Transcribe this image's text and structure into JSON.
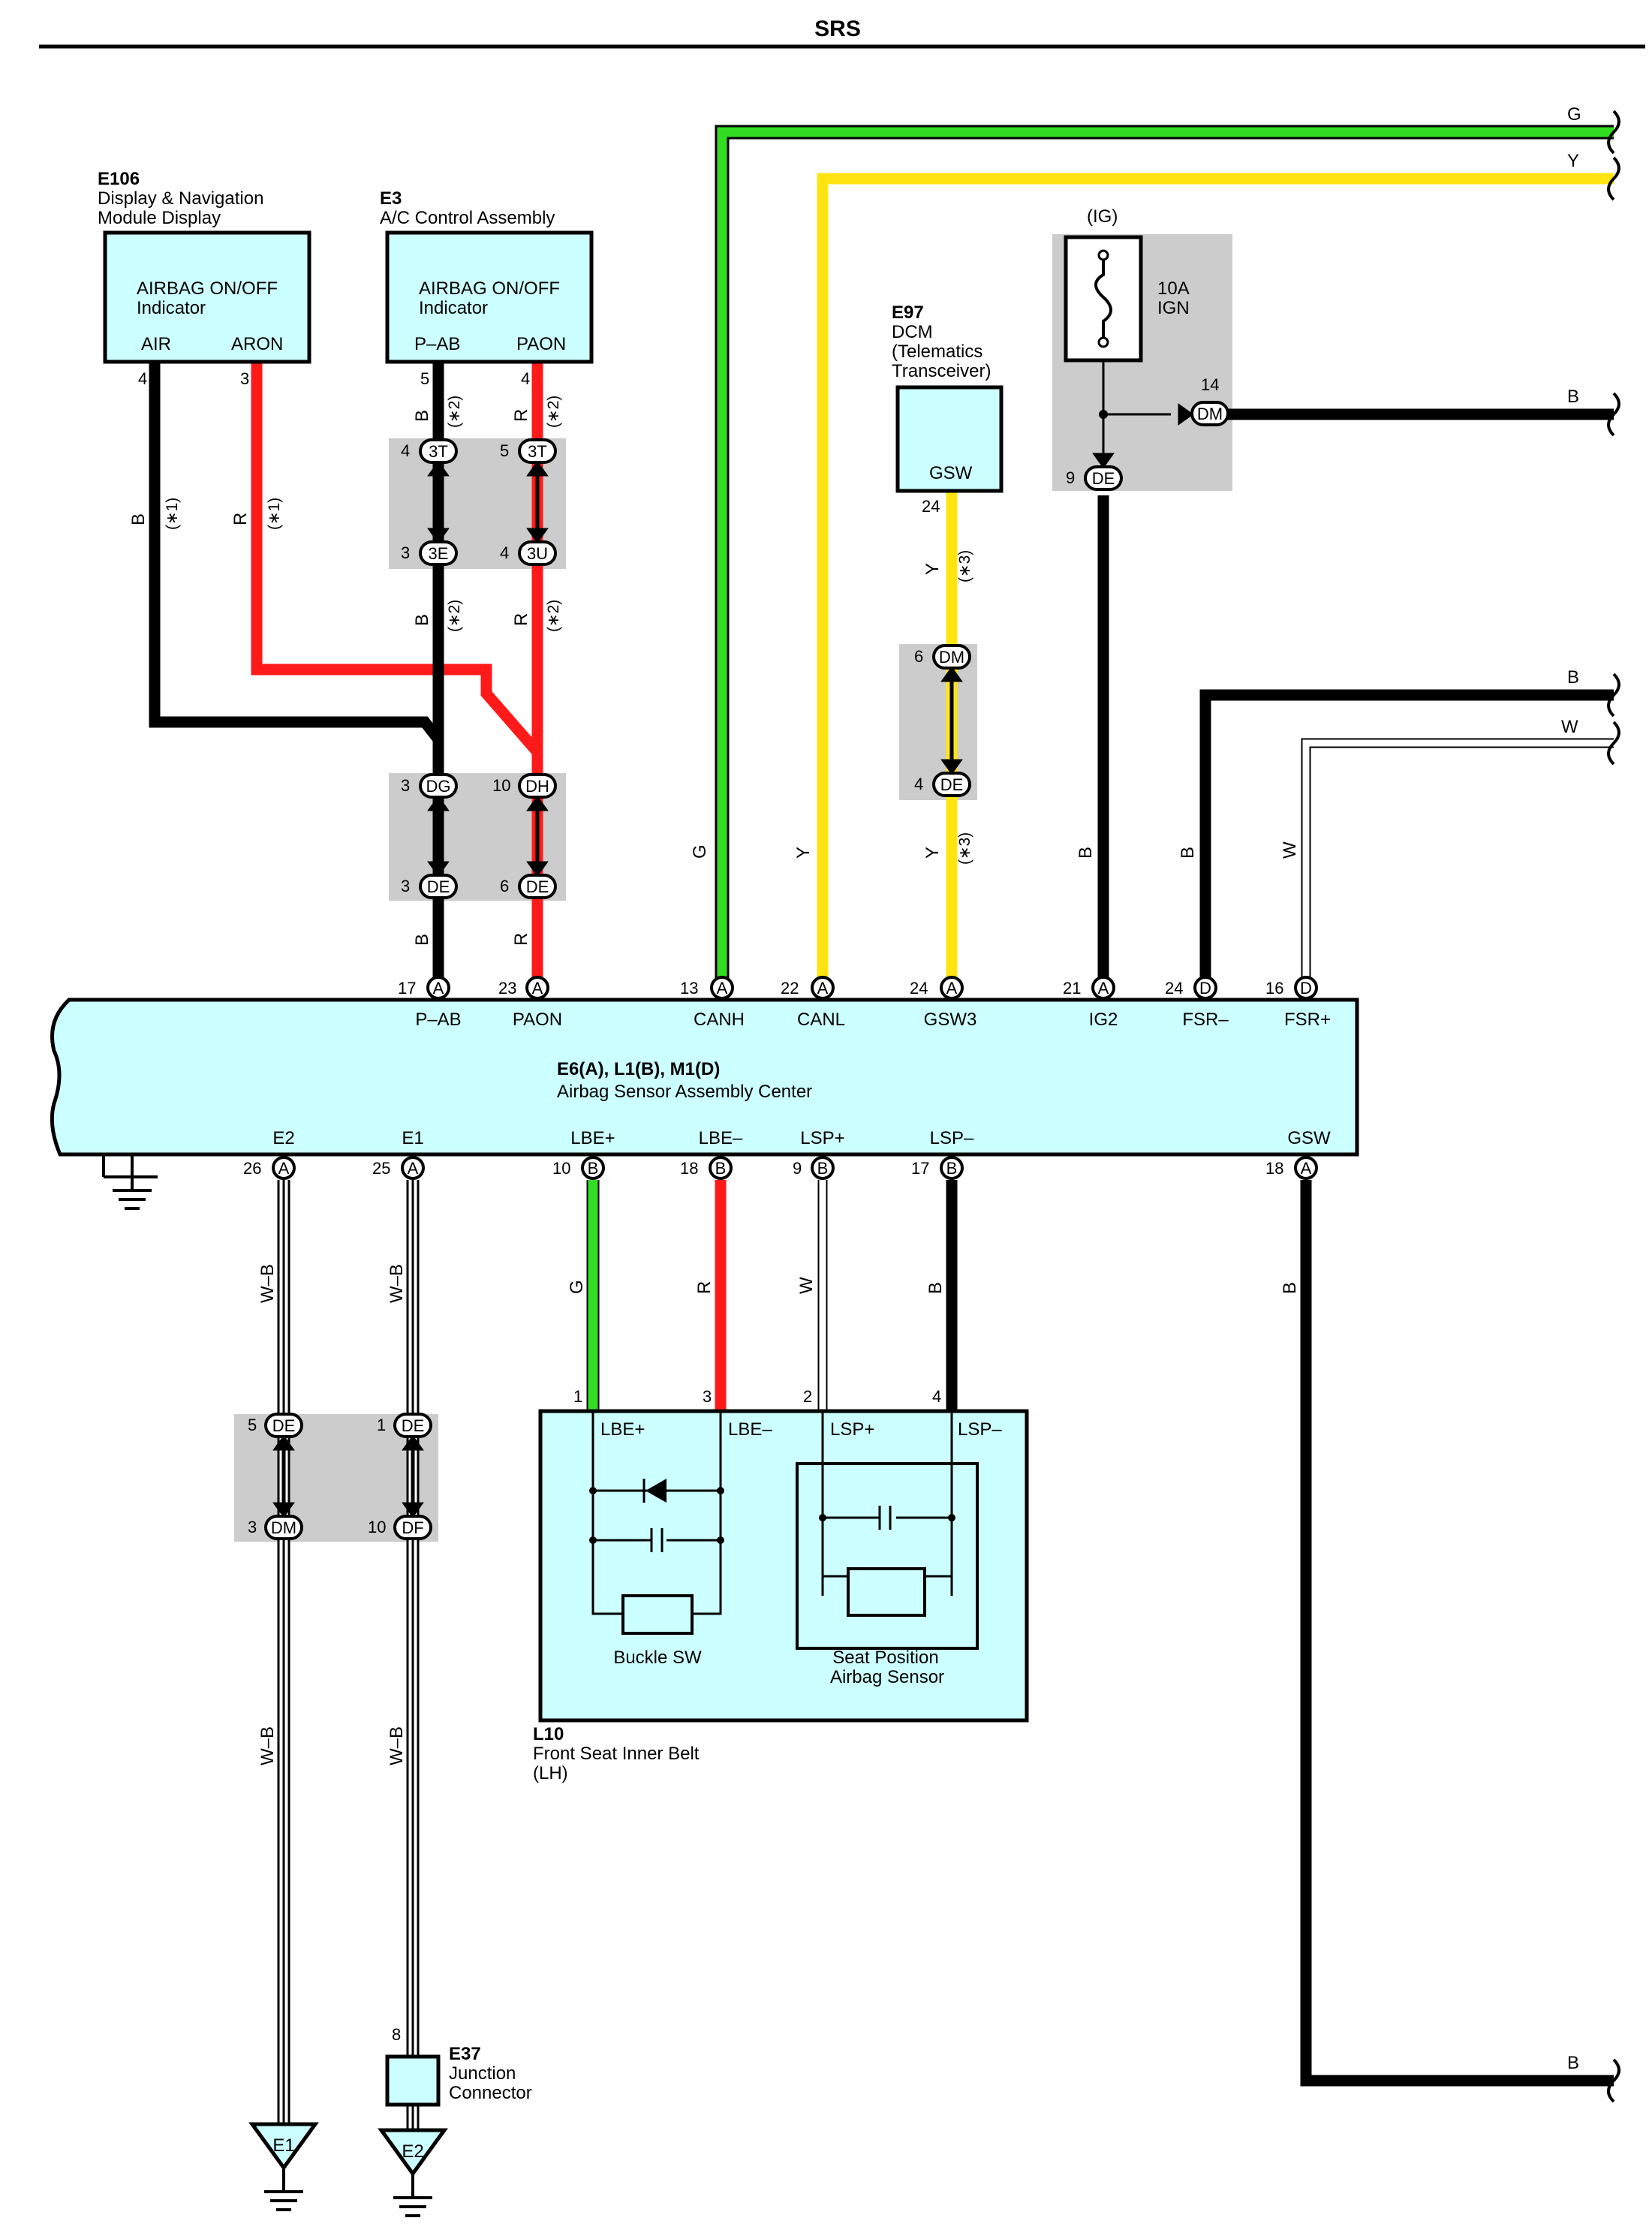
{
  "title": "SRS",
  "components": {
    "e106": {
      "id": "E106",
      "name_l1": "Display & Navigation",
      "name_l2": "Module Display",
      "label_l1": "AIRBAG ON/OFF",
      "label_l2": "Indicator",
      "pins": [
        "AIR",
        "ARON"
      ]
    },
    "e3": {
      "id": "E3",
      "name": "A/C Control Assembly",
      "label_l1": "AIRBAG ON/OFF",
      "label_l2": "Indicator",
      "pins": [
        "P–AB",
        "PAON"
      ]
    },
    "e97": {
      "id": "E97",
      "name_l1": "DCM",
      "name_l2": "(Telematics",
      "name_l3": " Transceiver)",
      "pin": "GSW"
    },
    "fuse": {
      "source": "(IG)",
      "rating": "10A",
      "name": "IGN"
    },
    "ecu": {
      "id": "E6(A), L1(B), M1(D)",
      "name": "Airbag Sensor Assembly Center",
      "top_pins": [
        "P–AB",
        "PAON",
        "CANH",
        "CANL",
        "GSW3",
        "IG2",
        "FSR–",
        "FSR+"
      ],
      "bottom_pins": [
        "E2",
        "E1",
        "LBE+",
        "LBE–",
        "LSP+",
        "LSP–",
        "GSW"
      ]
    },
    "l10": {
      "id": "L10",
      "name_l1": "Front Seat Inner Belt",
      "name_l2": "(LH)",
      "pins": [
        "LBE+",
        "LBE–",
        "LSP+",
        "LSP–"
      ],
      "buckle": "Buckle SW",
      "seat_l1": "Seat Position",
      "seat_l2": "Airbag Sensor"
    },
    "e37": {
      "id": "E37",
      "name_l1": "Junction",
      "name_l2": "Connector"
    },
    "grounds": [
      "E1",
      "E2"
    ]
  },
  "wire_colors": {
    "G": "#33dd22",
    "Y": "#ffe411",
    "R": "#ff1a1a",
    "B": "#000000",
    "W": "#ffffff"
  },
  "labels": {
    "wire_end_G": "G",
    "wire_end_Y": "Y",
    "wire_end_B1": "B",
    "wire_end_B2": "B",
    "wire_end_W": "W",
    "wire_end_B3": "B",
    "note1": "(∗1)",
    "note2": "(∗2)",
    "note3": "(∗3)",
    "wc_B": "B",
    "wc_R": "R",
    "wc_Y": "Y",
    "wc_G": "G",
    "wc_W": "W",
    "wc_WB": "W–B"
  },
  "pin_numbers": {
    "e106_air": "4",
    "e106_aron": "3",
    "e3_pab": "5",
    "e3_paon": "4",
    "c3t_a": "4",
    "c3t_b": "5",
    "c3e": "3",
    "c3u": "4",
    "dg": "3",
    "dh": "10",
    "de_a": "3",
    "de_b": "6",
    "e97": "24",
    "dm_6": "6",
    "de_4": "4",
    "fuse_dm": "14",
    "fuse_de": "9",
    "ecu_t": [
      "17",
      "23",
      "13",
      "22",
      "24",
      "21",
      "24",
      "16"
    ],
    "ecu_b": [
      "26",
      "25",
      "10",
      "18",
      "9",
      "17",
      "18"
    ],
    "l10": [
      "1",
      "3",
      "2",
      "4"
    ],
    "de5": "5",
    "de1": "1",
    "dm3": "3",
    "df10": "10",
    "e37": "8"
  },
  "connector_codes": {
    "c3t": "3T",
    "c3e": "3E",
    "c3u": "3U",
    "dg": "DG",
    "dh": "DH",
    "de": "DE",
    "dm": "DM",
    "df": "DF",
    "ecu_t": [
      "A",
      "A",
      "A",
      "A",
      "A",
      "A",
      "D",
      "D"
    ],
    "ecu_b": [
      "A",
      "A",
      "B",
      "B",
      "B",
      "B",
      "A"
    ]
  }
}
